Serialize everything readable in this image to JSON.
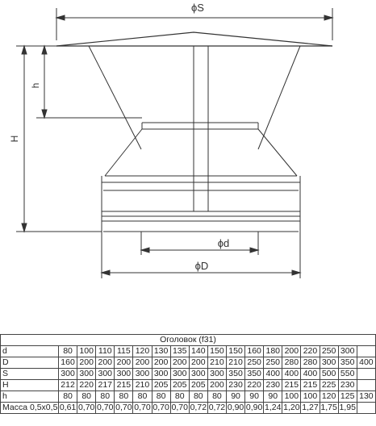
{
  "drawing": {
    "labels": {
      "S": "ϕS",
      "h": "h",
      "H": "H",
      "d": "ϕd",
      "D": "ϕD"
    }
  },
  "table": {
    "title": "Оголовок (f31)",
    "rows": [
      {
        "label": "d",
        "values": [
          "80",
          "100",
          "110",
          "115",
          "120",
          "130",
          "135",
          "140",
          "150",
          "150",
          "160",
          "180",
          "200",
          "220",
          "250",
          "300"
        ]
      },
      {
        "label": "D",
        "values": [
          "160",
          "200",
          "200",
          "200",
          "200",
          "200",
          "200",
          "200",
          "210",
          "210",
          "250",
          "250",
          "280",
          "280",
          "300",
          "350",
          "400"
        ]
      },
      {
        "label": "S",
        "values": [
          "300",
          "300",
          "300",
          "300",
          "300",
          "300",
          "300",
          "300",
          "300",
          "350",
          "350",
          "400",
          "400",
          "400",
          "500",
          "550"
        ]
      },
      {
        "label": "H",
        "values": [
          "212",
          "220",
          "217",
          "215",
          "210",
          "205",
          "205",
          "205",
          "200",
          "230",
          "220",
          "230",
          "215",
          "215",
          "225",
          "230"
        ]
      },
      {
        "label": "h",
        "values": [
          "80",
          "80",
          "80",
          "80",
          "80",
          "80",
          "80",
          "80",
          "80",
          "90",
          "90",
          "90",
          "100",
          "100",
          "120",
          "125",
          "130"
        ]
      },
      {
        "label": "Масса 0,5х0,5",
        "values": [
          "0,61",
          "0,70",
          "0,70",
          "0,70",
          "0,70",
          "0,70",
          "0,70",
          "0,72",
          "0,72",
          "0,90",
          "0,90",
          "1,24",
          "1,20",
          "1,27",
          "1,75",
          "1,95"
        ]
      }
    ]
  }
}
